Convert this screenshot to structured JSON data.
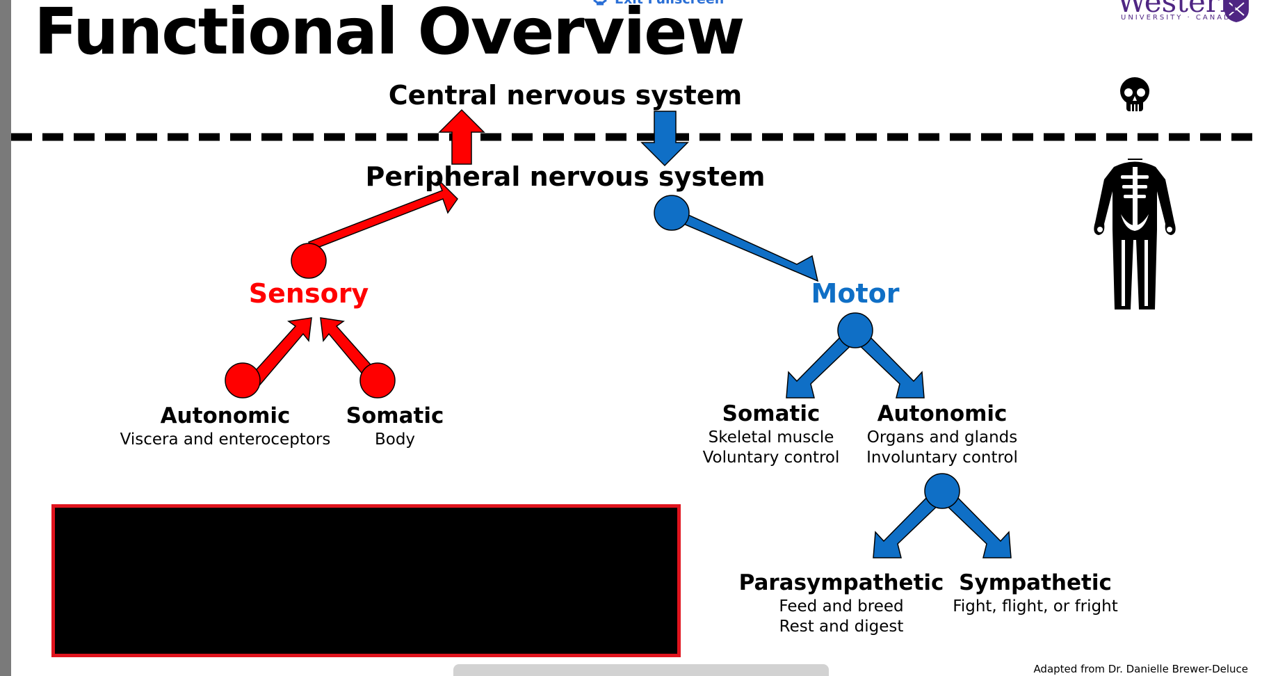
{
  "slide": {
    "title": "Functional Overview",
    "exit_fullscreen_label": "Exit Fullscreen",
    "logo_name": "Western",
    "logo_subtitle": "UNIVERSITY · CANADA",
    "credit": "Adapted from Dr. Danielle Brewer-Deluce"
  },
  "nodes": {
    "cns": "Central nervous system",
    "pns": "Peripheral nervous system",
    "sensory": "Sensory",
    "motor": "Motor",
    "sensory_autonomic": {
      "label": "Autonomic",
      "desc": "Viscera and enteroceptors"
    },
    "sensory_somatic": {
      "label": "Somatic",
      "desc": "Body"
    },
    "motor_somatic": {
      "label": "Somatic",
      "desc": "Skeletal muscle\nVoluntary control"
    },
    "motor_autonomic": {
      "label": "Autonomic",
      "desc": "Organs and glands\nInvoluntary control"
    },
    "parasympathetic": {
      "label": "Parasympathetic",
      "desc": "Feed and breed\nRest and digest"
    },
    "sympathetic": {
      "label": "Sympathetic",
      "desc": "Fight, flight, or fright"
    }
  },
  "colors": {
    "sensory": "#ff0000",
    "motor": "#0f6fc6",
    "logo": "#4f2683"
  },
  "icons": {
    "head": "skull-icon",
    "body": "skeleton-icon",
    "exit": "exit-fullscreen-icon"
  }
}
